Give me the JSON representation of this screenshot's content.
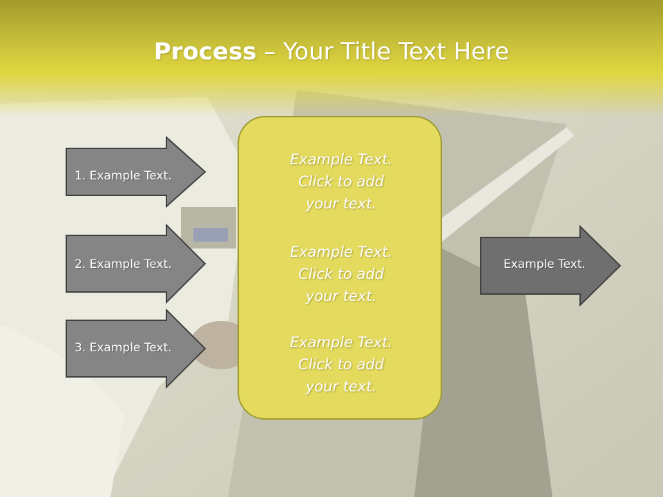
{
  "slide": {
    "title": {
      "bold": "Process",
      "rest": " – Your Title Text Here"
    },
    "left_arrows": [
      {
        "label": "1. Example Text."
      },
      {
        "label": "2. Example Text."
      },
      {
        "label": "3. Example Text."
      }
    ],
    "center_box": {
      "blocks": [
        {
          "line1": "Example Text.",
          "line2": "Click  to add",
          "line3": "your text."
        },
        {
          "line1": "Example Text.",
          "line2": "Click  to add",
          "line3": "your text."
        },
        {
          "line1": "Example Text.",
          "line2": "Click  to add",
          "line3": "your text."
        }
      ]
    },
    "right_arrow": {
      "label": "Example Text."
    },
    "colors": {
      "title_band": "#d8cf3c",
      "arrow_fill": "#858585",
      "arrow_stroke": "#404040",
      "box_fill": "#e4db5e",
      "box_border": "#9e9a2e",
      "text": "#ffffff"
    }
  }
}
